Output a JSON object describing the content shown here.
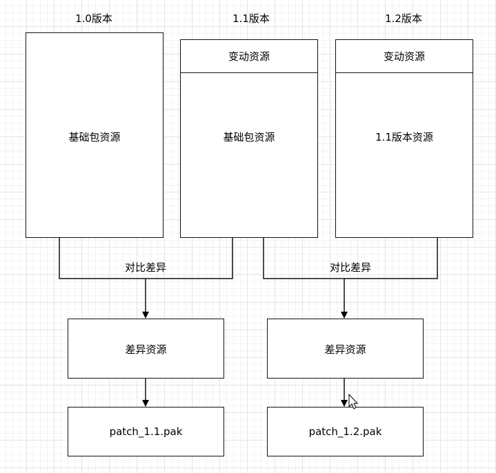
{
  "versions": [
    {
      "title": "1.0版本",
      "body": "基础包资源"
    },
    {
      "title": "1.1版本",
      "header": "变动资源",
      "body": "基础包资源"
    },
    {
      "title": "1.2版本",
      "header": "变动资源",
      "body": "1.1版本资源"
    }
  ],
  "compare_labels": [
    "对比差异",
    "对比差异"
  ],
  "diffs": [
    {
      "label": "差异资源",
      "patch": "patch_1.1.pak"
    },
    {
      "label": "差异资源",
      "patch": "patch_1.2.pak"
    }
  ]
}
